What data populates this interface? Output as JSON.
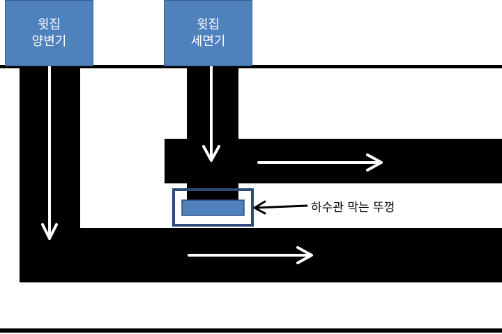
{
  "fixtures": {
    "urinal": {
      "line1": "윗집",
      "line2": "양변기"
    },
    "sink": {
      "line1": "윗집",
      "line2": "세면기"
    }
  },
  "callout": {
    "label": "하수관 막는 뚜껑"
  },
  "colors": {
    "pipe": "#000000",
    "flow_arrow": "#ffffff",
    "fixture_fill": "#4f81bd",
    "fixture_border": "#385d8a",
    "cap_fill": "#4f81bd",
    "cap_outline": "#2f4b7c",
    "callout_arrow": "#000000"
  },
  "icons": {
    "flow": "down-arrow-and-right-arrow",
    "callout": "left-pointing-arrow"
  }
}
